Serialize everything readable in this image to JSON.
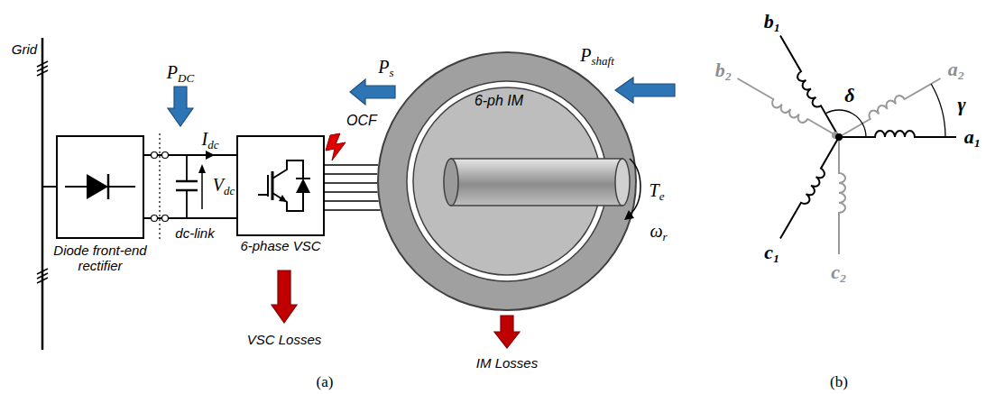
{
  "diagram": {
    "nodes": [
      {
        "text": [
          "Diode front-end rectifier"
        ]
      },
      {
        "text": [
          "6-phase VSC"
        ]
      },
      {
        "text": [
          "6-ph IM"
        ]
      }
    ],
    "edges": [
      {
        "from": 0,
        "to": 1,
        "arrow": "none"
      },
      {
        "from": 0,
        "to": 1,
        "arrow": "none"
      },
      {
        "from": 1,
        "to": 2,
        "arrow": "none"
      },
      {
        "from": 1,
        "to": 2,
        "arrow": "none"
      },
      {
        "from": 1,
        "to": 2,
        "arrow": "none"
      },
      {
        "from": 1,
        "to": 2,
        "arrow": "none"
      },
      {
        "from": 1,
        "to": 2,
        "arrow": "none"
      },
      {
        "from": 1,
        "to": 2,
        "arrow": "none"
      }
    ],
    "labels": [
      "Grid",
      "P",
      "DC",
      "P",
      "s",
      "OCF",
      "P",
      "shaft",
      "I",
      "dc",
      "V",
      "dc",
      "dc-link",
      "VSC Losses",
      "IM Losses",
      "T",
      "e",
      "ω",
      "r",
      "(a)",
      "b₁",
      "b₂",
      "a₂",
      "δ",
      "γ",
      "a₁",
      "c₁",
      "c₂",
      "(b)"
    ]
  }
}
